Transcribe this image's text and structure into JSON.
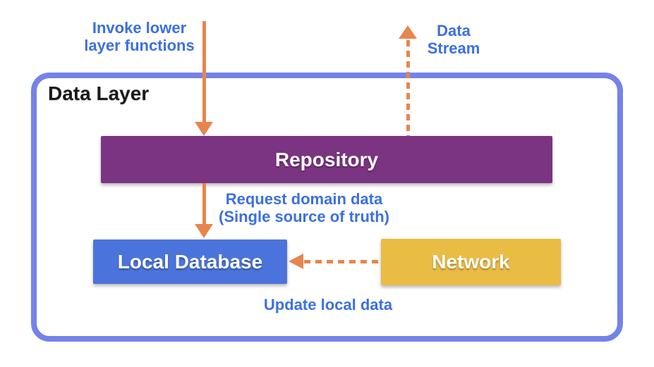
{
  "diagram_title": "Data Layer",
  "nodes": {
    "repository": {
      "label": "Repository",
      "color": "#7B3481"
    },
    "local_database": {
      "label": "Local Database",
      "color": "#4B73DC"
    },
    "network": {
      "label": "Network",
      "color": "#E9BC44"
    }
  },
  "labels": {
    "invoke_line1": "Invoke lower",
    "invoke_line2": "layer functions",
    "stream_line1": "Data",
    "stream_line2": "Stream",
    "request_line1": "Request domain data",
    "request_line2": "(Single source of truth)",
    "update": "Update local data"
  },
  "arrows": [
    {
      "name": "invoke-lower-layer-functions",
      "style": "solid",
      "direction": "down",
      "from": "outside",
      "to": "repository"
    },
    {
      "name": "data-stream",
      "style": "dashed",
      "direction": "up",
      "from": "repository",
      "to": "outside"
    },
    {
      "name": "request-domain-data",
      "style": "solid",
      "direction": "down",
      "from": "repository",
      "to": "local_database"
    },
    {
      "name": "update-local-data",
      "style": "dashed",
      "direction": "left",
      "from": "network",
      "to": "local_database"
    }
  ],
  "colors": {
    "background": "#FFFFFF",
    "layer_border_blue": "#7383EA",
    "edge_label_blue": "#3C6FE4",
    "arrow_orange": "#E8854E",
    "title_text": "#1A1A1A",
    "node_text": "#FFFFFF"
  }
}
